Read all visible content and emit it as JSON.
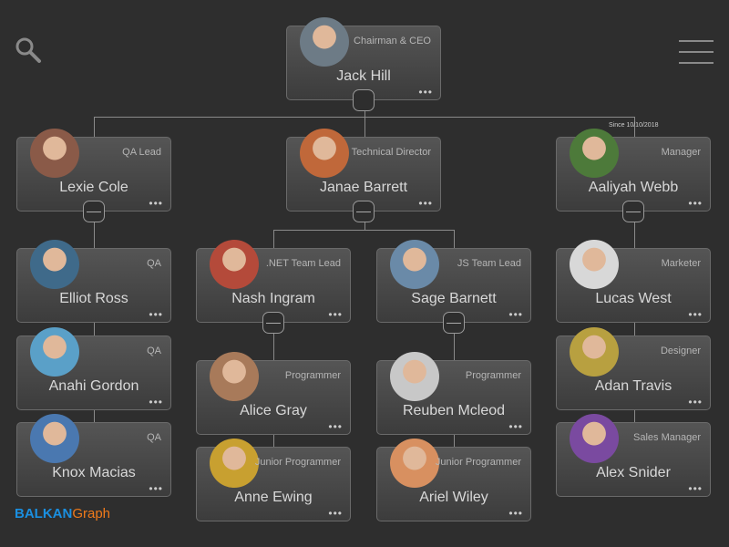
{
  "toolbar": {
    "search_icon": "search-icon",
    "menu_icon": "hamburger-menu-icon"
  },
  "logo": {
    "part1": "BALKAN",
    "part2": "Graph",
    "color1": "#1a8fe0",
    "color2": "#f07a1a"
  },
  "since_label": "Since 10/10/2018",
  "more_label": "•••",
  "nodes": [
    {
      "name": "Jack Hill",
      "title": "Chairman & CEO",
      "avatar": "#6d7b86"
    },
    {
      "name": "Lexie Cole",
      "title": "QA Lead",
      "avatar": "#8a5a48"
    },
    {
      "name": "Janae Barrett",
      "title": "Technical Director",
      "avatar": "#c0683a"
    },
    {
      "name": "Aaliyah Webb",
      "title": "Manager",
      "avatar": "#4d7a3a"
    },
    {
      "name": "Elliot Ross",
      "title": "QA",
      "avatar": "#3f6a8a"
    },
    {
      "name": "Nash Ingram",
      "title": ".NET Team Lead",
      "avatar": "#b44a3a"
    },
    {
      "name": "Sage Barnett",
      "title": "JS Team Lead",
      "avatar": "#6a8aa8"
    },
    {
      "name": "Lucas West",
      "title": "Marketer",
      "avatar": "#d8d8d8"
    },
    {
      "name": "Anahi Gordon",
      "title": "QA",
      "avatar": "#5aa0c8"
    },
    {
      "name": "Alice Gray",
      "title": "Programmer",
      "avatar": "#a87a5a"
    },
    {
      "name": "Reuben Mcleod",
      "title": "Programmer",
      "avatar": "#c8c8c8"
    },
    {
      "name": "Adan Travis",
      "title": "Designer",
      "avatar": "#b8a040"
    },
    {
      "name": "Knox Macias",
      "title": "QA",
      "avatar": "#4a78b0"
    },
    {
      "name": "Anne Ewing",
      "title": "Junior Programmer",
      "avatar": "#c8a030"
    },
    {
      "name": "Ariel Wiley",
      "title": "Junior Programmer",
      "avatar": "#d89060"
    },
    {
      "name": "Alex Snider",
      "title": "Sales Manager",
      "avatar": "#7a4aa0"
    }
  ]
}
